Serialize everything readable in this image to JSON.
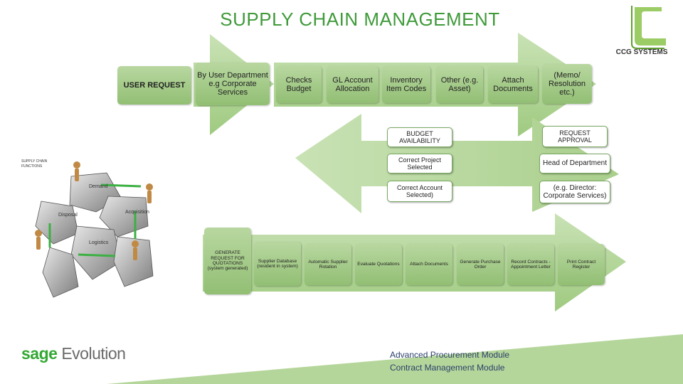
{
  "title": "SUPPLY CHAIN MANAGEMENT",
  "logo": {
    "ccg": "CCG SYSTEMS",
    "sage": "sage",
    "evolution": "Evolution"
  },
  "colors": {
    "title": "#3f9a3a",
    "arrow": "#a9cf8c",
    "box": "#9cc67f",
    "module_text": "#2a3f6b"
  },
  "top_flow": {
    "start": "USER REQUEST",
    "steps": [
      "By User Department e.g Corporate Services",
      "Checks Budget",
      "GL Account Allocation",
      "Inventory Item Codes",
      "Other (e.g. Asset)",
      "Attach Documents",
      "(Memo/ Resolution etc.)"
    ]
  },
  "middle_flow": {
    "checks": [
      "BUDGET AVAILABILITY",
      "Correct Project Selected",
      "Correct Account Selected)"
    ],
    "approvals": [
      "REQUEST APPROVAL",
      "Head of Department",
      "(e.g. Director: Corporate Services)"
    ]
  },
  "bottom_flow": {
    "steps": [
      "GENERATE REQUEST FOR QUOTATIONS (system generated)",
      "Supplier Database (resident in system)",
      "Automatic Supplier Rotation",
      "Evaluate Quotations",
      "Attach Documents",
      "Generate Purchase Order",
      "Record Contracts - Appointment Letter",
      "Print Contract Register"
    ]
  },
  "puzzle": {
    "caption": "SUPPLY CHAIN FUNCTIONS",
    "pieces": [
      "Demand",
      "Acquisition",
      "Disposal",
      "Logistics"
    ]
  },
  "modules": [
    "Advanced Procurement Module",
    "Contract Management Module"
  ]
}
